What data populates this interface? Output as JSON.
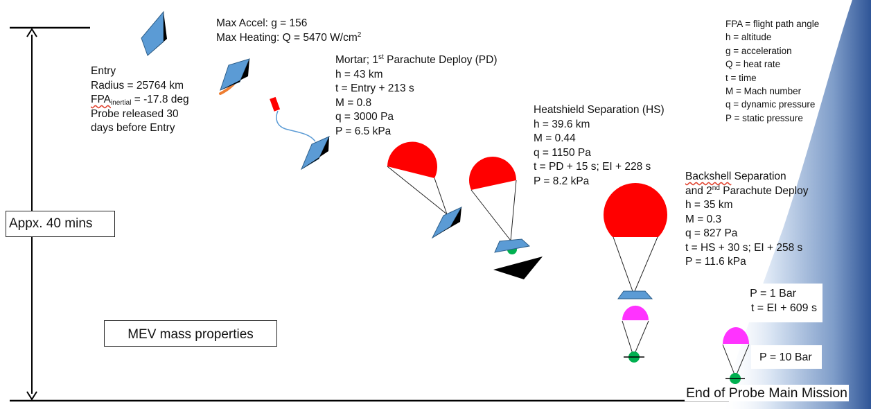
{
  "timeline": {
    "duration_label": "Appx. 40 mins"
  },
  "mass_properties_label": "MEV mass properties",
  "end_label": "End of Probe Main Mission",
  "max_accel": {
    "accel": "Max Accel: g = 156",
    "heating": "Max Heating: Q = 5470 W/cm",
    "heating_sup": "2"
  },
  "entry": {
    "title": "Entry",
    "radius": "Radius = 25764 km",
    "fpa_base": "FPA",
    "fpa_sub": "inertial",
    "fpa_rest": " = -17.8 deg",
    "probe_line1": "Probe released 30",
    "probe_line2": "days before Entry"
  },
  "mortar": {
    "title_pre": "Mortar; 1",
    "title_sup": "st",
    "title_post": " Parachute Deploy (PD)",
    "h": "h = 43 km",
    "t": "t = Entry + 213 s",
    "m": "M = 0.8",
    "q": "q = 3000 Pa",
    "p": "P = 6.5 kPa"
  },
  "heatshield": {
    "title": "Heatshield Separation (HS)",
    "h": "h = 39.6 km",
    "m": "M = 0.44",
    "q": "q = 1150 Pa",
    "t": "t = PD + 15 s; EI + 228 s",
    "p": "P = 8.2 kPa"
  },
  "backshell": {
    "title_word": "Backshell",
    "title_rest": " Separation",
    "line2_pre": "and 2",
    "line2_sup": "nd",
    "line2_post": " Parachute Deploy",
    "h": "h = 35 km",
    "m": "M = 0.3",
    "q": "q = 827 Pa",
    "t": "t = HS + 30 s; EI + 258 s",
    "p": "P = 11.6 kPa"
  },
  "one_bar": {
    "p": "P = 1 Bar",
    "t": "t = EI + 609 s"
  },
  "ten_bar": {
    "p": "P = 10 Bar"
  },
  "legend": [
    "FPA = flight path angle",
    "h = altitude",
    "g = acceleration",
    "Q = heat rate",
    "t = time",
    "M = Mach number",
    "q = dynamic pressure",
    "P = static pressure"
  ],
  "colors": {
    "probe_blue": "#5b9bd5",
    "probe_outline": "#2e5f8a",
    "parachute_red": "#ff0000",
    "parachute_magenta": "#ff33ff",
    "descent_module_green": "#00b050",
    "heat_glow_orange": "#ed7d31",
    "planet_limb_blue": "#2f5597"
  },
  "icons": [
    "entry-probe-icon",
    "heating-probe-icon",
    "mortar-charge-icon",
    "parachute-icon",
    "heatshield-icon",
    "backshell-icon",
    "descent-module-icon"
  ]
}
